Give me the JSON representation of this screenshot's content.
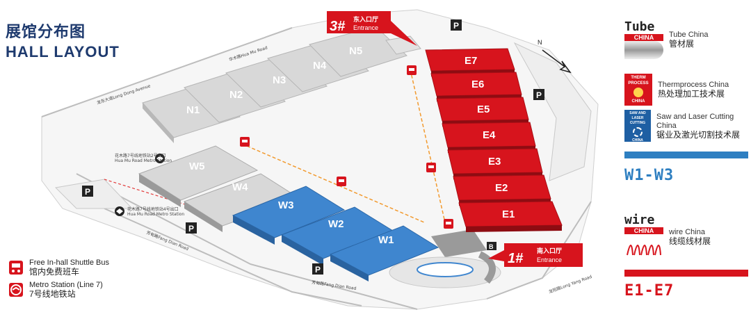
{
  "title": {
    "cn": "展馆分布图",
    "en": "HALL LAYOUT"
  },
  "halls": {
    "n1": "N1",
    "n2": "N2",
    "n3": "N3",
    "n4": "N4",
    "n5": "N5",
    "w1": "W1",
    "w2": "W2",
    "w3": "W3",
    "w4": "W4",
    "w5": "W5",
    "e1": "E1",
    "e2": "E2",
    "e3": "E3",
    "e4": "E4",
    "e5": "E5",
    "e6": "E6",
    "e7": "E7"
  },
  "entrances": {
    "east": {
      "num": "3#",
      "cn": "东入口厅",
      "en": "Entrance"
    },
    "south": {
      "num": "1#",
      "cn": "南入口厅",
      "en": "Entrance"
    }
  },
  "roads": {
    "huamu_n": "华木路Hua Mu Road",
    "longdong": "龙东大道Long Dong Avenue",
    "fangdian_1": "芳甸路Fang Dian Road",
    "fangdian_2": "芳甸路Fang Dian Road",
    "longyang": "龙阳路Long Yang Road"
  },
  "metro_stations": {
    "a": "花木路7号线地铁站2号出口",
    "a_en": "Hua Mu Road Metro Station",
    "b": "花木路7号线地铁站4号出口",
    "b_en": "Hua Mu Road Metro Station"
  },
  "parking_label": "P",
  "north_label": "N",
  "b_label": "B",
  "legend": {
    "shuttle": {
      "en": "Free In-hall Shuttle Bus",
      "cn": "馆内免费班车"
    },
    "metro": {
      "en": "Metro Station (Line 7)",
      "cn": "7号线地铁站"
    }
  },
  "brands": {
    "tube": {
      "logo_top": "Tube",
      "logo_bottom": "CHINA",
      "en": "Tube China",
      "cn": "管材展"
    },
    "thermprocess": {
      "logo_top": "THERM",
      "logo_mid": "PROCESS",
      "logo_bottom": "CHINA",
      "en": "Thermprocess China",
      "cn": "热处理加工技术展"
    },
    "saw": {
      "logo_top": "SAW AND",
      "logo_mid": "LASER CUTTING",
      "logo_bottom": "CHINA",
      "en": "Saw and Laser Cutting China",
      "cn": "锯业及激光切割技术展"
    },
    "wire": {
      "logo_top": "wire",
      "logo_bottom": "CHINA",
      "en": "wire China",
      "cn": "线缆线材展"
    },
    "range_w": "W1-W3",
    "range_e": "E1-E7"
  },
  "colors": {
    "blue_hall": "#3f86cf",
    "red_hall": "#d7141d",
    "grey_hall": "#d8d8d8",
    "navy": "#1e3a6e",
    "range_w_color": "#2e7fc1",
    "range_e_color": "#d7141d"
  }
}
